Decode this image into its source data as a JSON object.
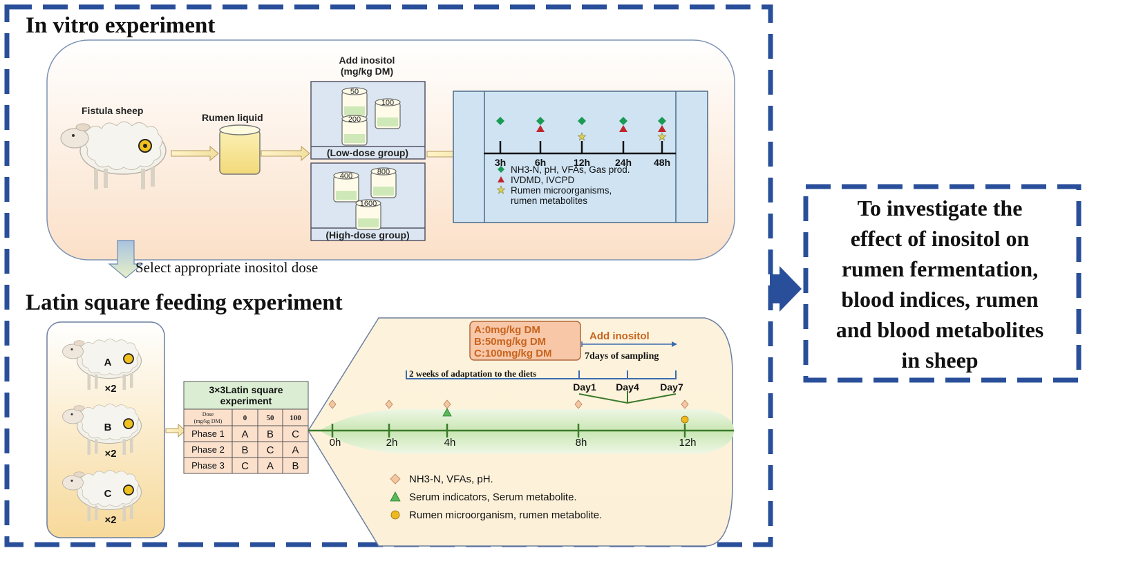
{
  "colors": {
    "frame": "#2a4f9a",
    "panel_fill_top": "#ffffff",
    "panel_fill_bottom": "#fbe0c8",
    "flask_blue": "#dbe6f2",
    "timeline_bg": "#cfe3f3",
    "marker_green": "#1a9a52",
    "marker_red": "#c0262c",
    "marker_star": "#d9cf5a",
    "diamond_tan": "#f5c7a0",
    "circle_gold": "#f0b820",
    "orange_text": "#c8641e",
    "table_header": "#dbeed3",
    "table_cell": "#fbe0cc",
    "axis_green": "#3a7a2a"
  },
  "titles": {
    "in_vitro": "In vitro experiment",
    "latin": "Latin square feeding experiment",
    "select_dose": "Select appropriate inositol dose"
  },
  "invitro": {
    "fistula_label": "Fistula sheep",
    "rumen_label": "Rumen liquid",
    "add_inositol_line1": "Add inositol",
    "add_inositol_line2": "(mg/kg DM)",
    "low_group_label": "(Low-dose group)",
    "high_group_label": "(High-dose group)",
    "low_doses": [
      "50",
      "100",
      "200"
    ],
    "high_doses": [
      "400",
      "800",
      "1600"
    ],
    "times": [
      "3h",
      "6h",
      "12h",
      "24h",
      "48h"
    ],
    "markers": {
      "diamond": [
        true,
        true,
        true,
        true,
        true
      ],
      "triangle": [
        false,
        true,
        false,
        true,
        true
      ],
      "star": [
        false,
        false,
        true,
        false,
        true
      ]
    },
    "legend": [
      {
        "icon": "green-diamond-icon",
        "text": "NH3-N, pH, VFAs, Gas prod."
      },
      {
        "icon": "red-triangle-icon",
        "text": "IVDMD, IVCPD"
      },
      {
        "icon": "star-icon",
        "text": "Rumen microorganisms,"
      },
      {
        "icon": "",
        "text": "rumen metabolites"
      }
    ]
  },
  "latin": {
    "sheep_labels": [
      "A",
      "B",
      "C"
    ],
    "multiplier": "×2",
    "table_title_line1": "3×3Latin square",
    "table_title_line2": "experiment",
    "table_header": [
      "Dose",
      "(mg/kg DM)",
      "0",
      "50",
      "100"
    ],
    "table_rows": [
      {
        "phase": "Phase 1",
        "cells": [
          "A",
          "B",
          "C"
        ]
      },
      {
        "phase": "Phase 2",
        "cells": [
          "B",
          "C",
          "A"
        ]
      },
      {
        "phase": "Phase 3",
        "cells": [
          "C",
          "A",
          "B"
        ]
      }
    ],
    "groups": [
      "A:0mg/kg DM",
      "B:50mg/kg DM",
      "C:100mg/kg DM"
    ],
    "add_inositol": "Add inositol",
    "sampling": "7days of sampling",
    "adaptation": "2 weeks of adaptation to the diets",
    "days": [
      "Day1",
      "Day4",
      "Day7"
    ],
    "times": [
      "0h",
      "2h",
      "4h",
      "8h",
      "12h"
    ],
    "legend": [
      {
        "icon": "tan-diamond-icon",
        "text": "NH3-N, VFAs, pH."
      },
      {
        "icon": "green-triangle-icon",
        "text": "Serum indicators, Serum metabolite."
      },
      {
        "icon": "gold-circle-icon",
        "text": "Rumen microorganism, rumen metabolite."
      }
    ]
  },
  "goal": {
    "lines": [
      "To investigate the",
      "effect of inositol on",
      "rumen fermentation,",
      "blood indices, rumen",
      "and blood metabolites",
      "in sheep"
    ]
  }
}
